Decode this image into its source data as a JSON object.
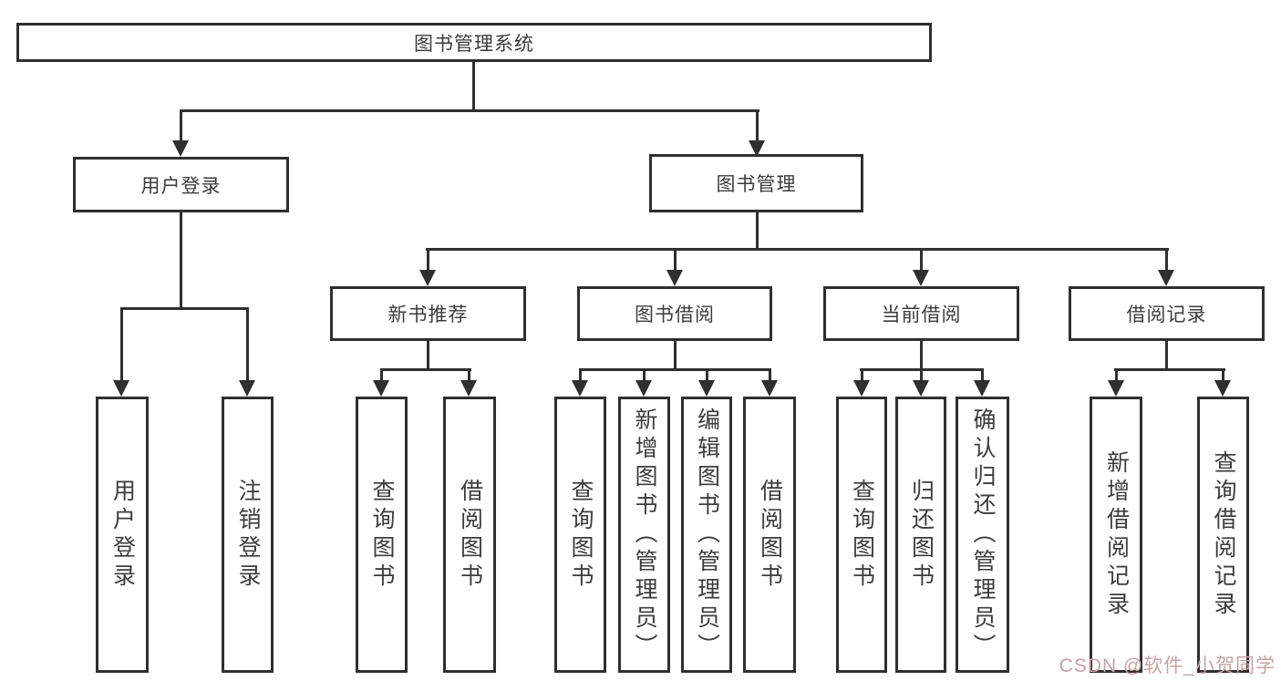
{
  "colors": {
    "line": "#2f2f2f",
    "text": "#3c3c3c",
    "background": "#ffffff",
    "watermark": "#c7a2a2"
  },
  "tree": {
    "label": "图书管理系统",
    "children": [
      {
        "label": "用户登录",
        "children": [
          {
            "label": "用户登录"
          },
          {
            "label": "注销登录"
          }
        ]
      },
      {
        "label": "图书管理",
        "children": [
          {
            "label": "新书推荐",
            "children": [
              {
                "label": "查询图书"
              },
              {
                "label": "借阅图书"
              }
            ]
          },
          {
            "label": "图书借阅",
            "children": [
              {
                "label": "查询图书"
              },
              {
                "label": "新增图书（管理员）"
              },
              {
                "label": "编辑图书（管理员）"
              },
              {
                "label": "借阅图书"
              }
            ]
          },
          {
            "label": "当前借阅",
            "children": [
              {
                "label": "查询图书"
              },
              {
                "label": "归还图书"
              },
              {
                "label": "确认归还（管理员）"
              }
            ]
          },
          {
            "label": "借阅记录",
            "children": [
              {
                "label": "新增借阅记录"
              },
              {
                "label": "查询借阅记录"
              }
            ]
          }
        ]
      }
    ]
  },
  "watermark": {
    "text": "CSDN @软件_小贺同学"
  }
}
